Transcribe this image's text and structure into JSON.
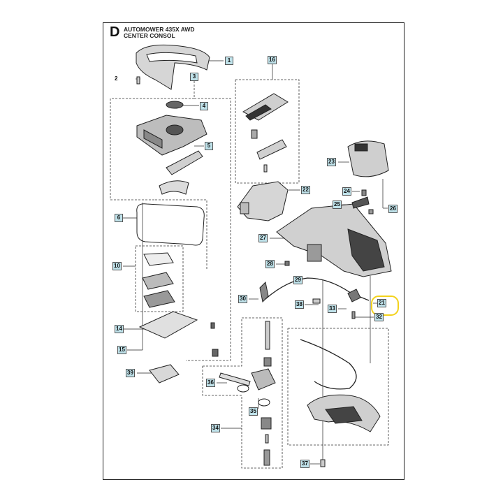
{
  "header": {
    "section_letter": "D",
    "title_line1": "AUTOMOWER 435X AWD",
    "title_line2": "CENTER CONSOL"
  },
  "callouts": [
    "1",
    "2",
    "3",
    "4",
    "5",
    "6",
    "10",
    "14",
    "15",
    "16",
    "21",
    "22",
    "23",
    "24",
    "25",
    "26",
    "27",
    "28",
    "29",
    "30",
    "32",
    "33",
    "34",
    "35",
    "36",
    "37",
    "38",
    "39"
  ],
  "highlighted_callout": "21",
  "colors": {
    "callout_fill": "#bfe2ea",
    "highlight": "#f3d21c",
    "line": "#222222"
  }
}
